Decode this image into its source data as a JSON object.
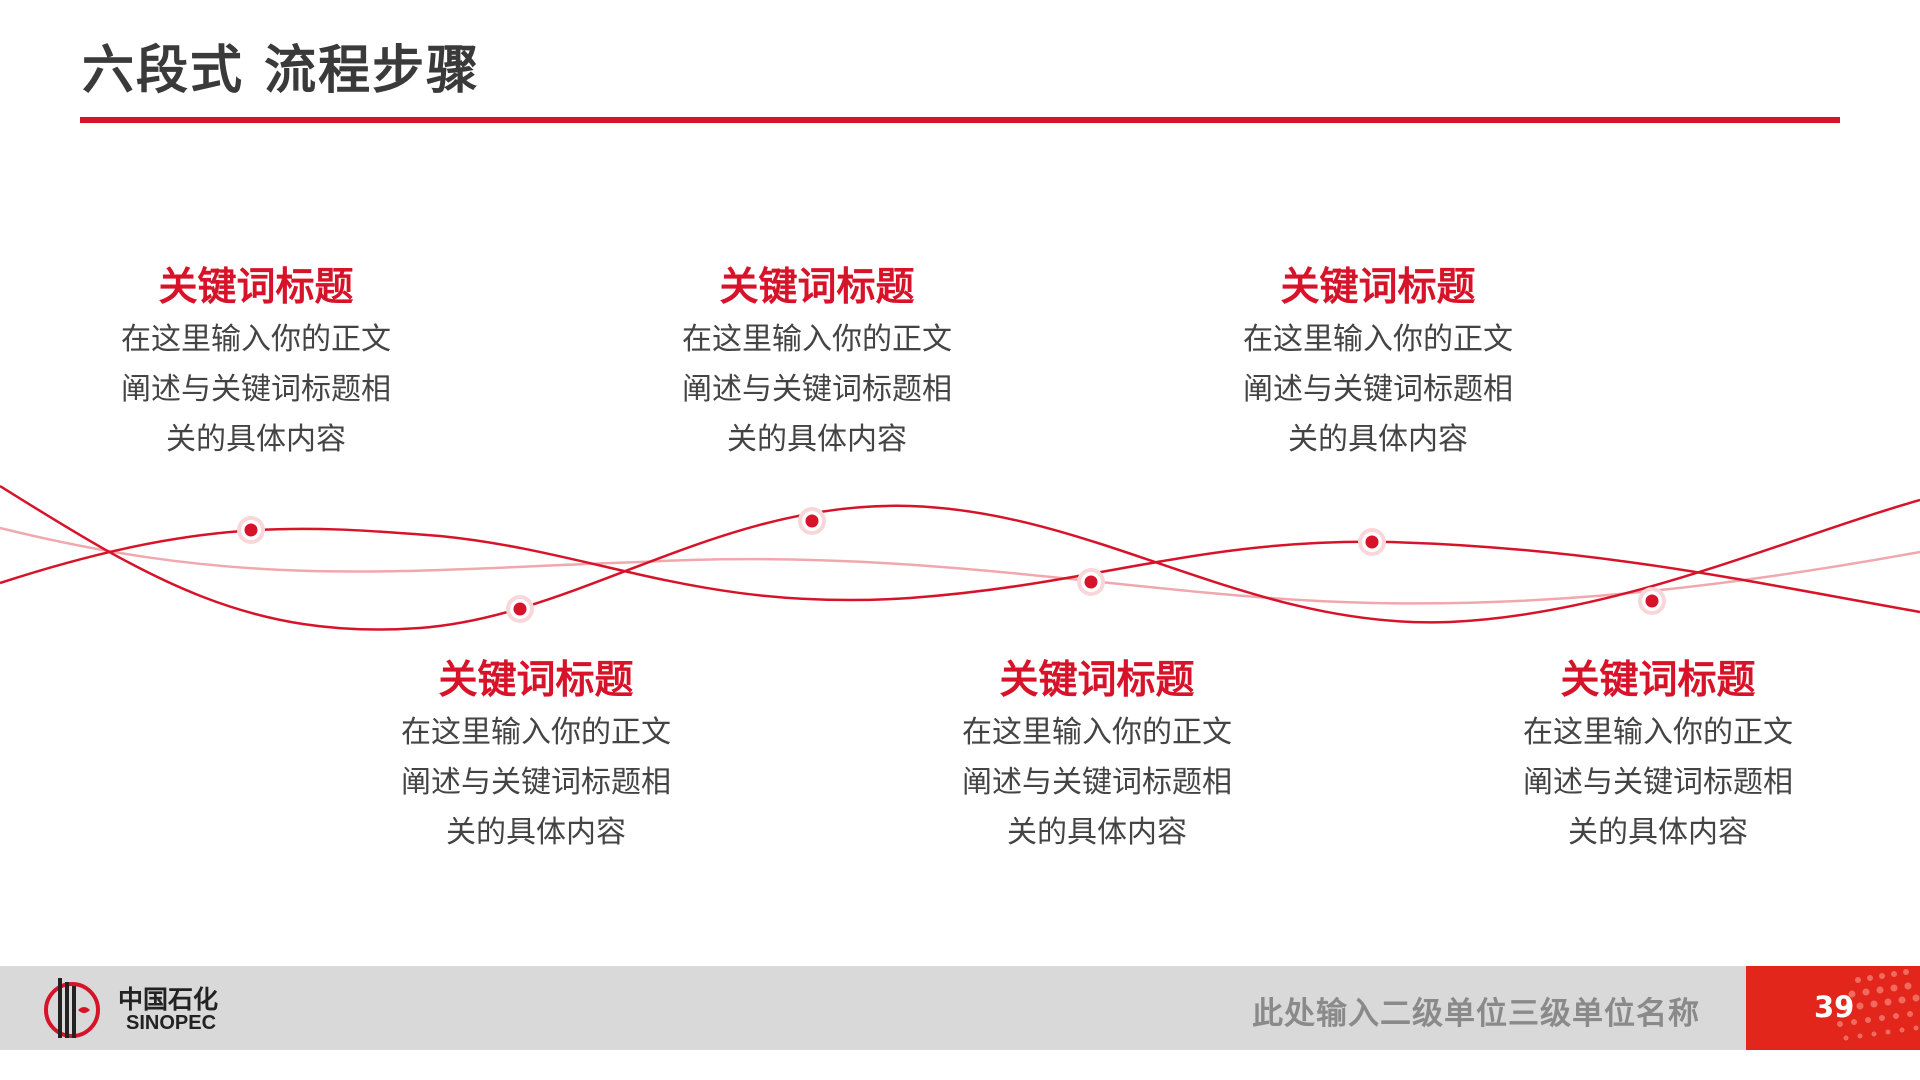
{
  "slide": {
    "title": "六段式 流程步骤",
    "steps": [
      {
        "keyword": "关键词标题",
        "line1": "在这里输入你的正文",
        "line2": "阐述与关键词标题相",
        "line3": "关的具体内容"
      },
      {
        "keyword": "关键词标题",
        "line1": "在这里输入你的正文",
        "line2": "阐述与关键词标题相",
        "line3": "关的具体内容"
      },
      {
        "keyword": "关键词标题",
        "line1": "在这里输入你的正文",
        "line2": "阐述与关键词标题相",
        "line3": "关的具体内容"
      },
      {
        "keyword": "关键词标题",
        "line1": "在这里输入你的正文",
        "line2": "阐述与关键词标题相",
        "line3": "关的具体内容"
      },
      {
        "keyword": "关键词标题",
        "line1": "在这里输入你的正文",
        "line2": "阐述与关键词标题相",
        "line3": "关的具体内容"
      },
      {
        "keyword": "关键词标题",
        "line1": "在这里输入你的正文",
        "line2": "阐述与关键词标题相",
        "line3": "关的具体内容"
      }
    ]
  },
  "footer": {
    "logo_cn": "中国石化",
    "logo_en": "SINOPEC",
    "unit_name": "此处输入二级单位三级单位名称",
    "page_number": "39"
  },
  "colors": {
    "accent": "#d7132a",
    "wave_light": "#f0a8ae",
    "text": "#444444",
    "footer_bg": "#d9d9d9",
    "page_box": "#e2261c"
  }
}
